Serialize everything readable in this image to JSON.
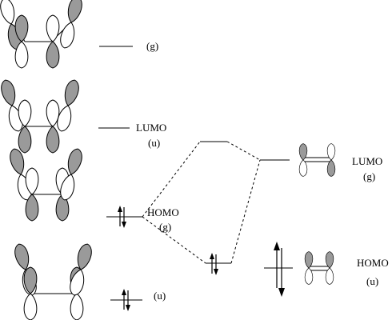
{
  "labels": {
    "g_top": "(g)",
    "lumo_left": "LUMO",
    "u_lumo_left": "(u)",
    "homo_left": "HOMO",
    "g_homo_left": "(g)",
    "u_bottom": "(u)",
    "lumo_right": "LUMO",
    "g_lumo_right": "(g)",
    "homo_right": "HOMO",
    "u_homo_right": "(u)"
  },
  "colors": {
    "line": "#000000",
    "lobe_shaded": "#9a9a9a",
    "lobe_white": "#ffffff"
  }
}
